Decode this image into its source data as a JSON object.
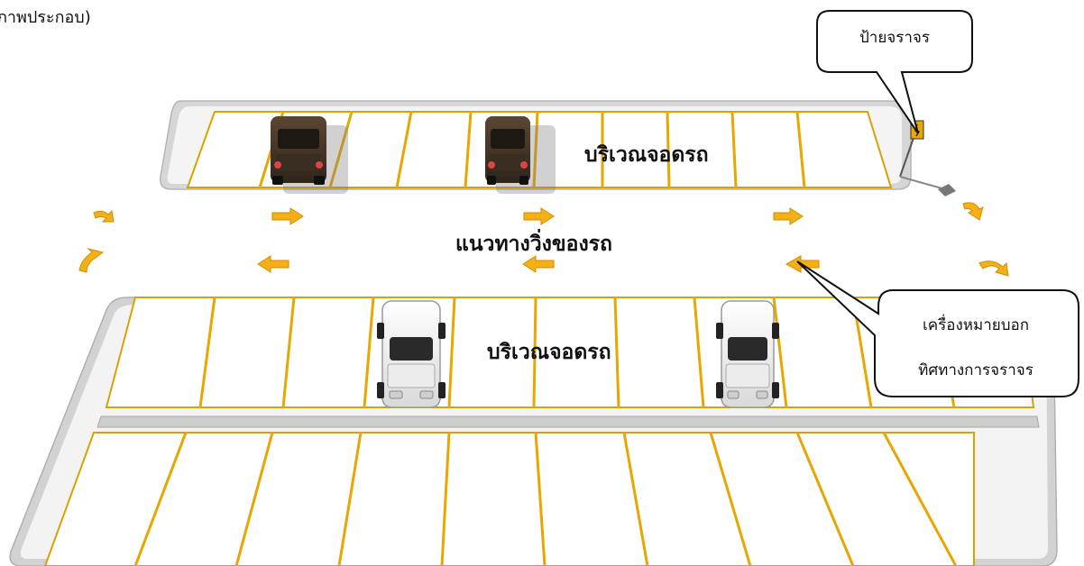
{
  "caption": "ภาพประกอบ)",
  "labels": {
    "top_parking_area": "บริเวณจอดรถ",
    "driving_lane": "แนวทางวิ่งของรถ",
    "bottom_parking_area": "บริเวณจอดรถ"
  },
  "callouts": {
    "traffic_sign": "ป้ายจราจร",
    "direction_marker_line1": "เครื่องหมายบอก",
    "direction_marker_line2": "ทิศทางการจราจร"
  },
  "colors": {
    "stripe": "#e8a600",
    "arrow": "#f5b015",
    "curb": "#cfcfcf",
    "pavement": "#f7f7f7",
    "brown_car": "#4a3a2a",
    "white_car": "#f2f2f2"
  }
}
